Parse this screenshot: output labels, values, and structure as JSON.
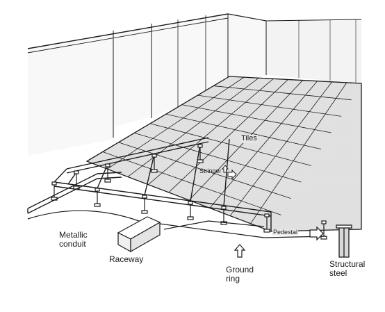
{
  "labels": {
    "tiles": "Tiles",
    "stringer": "Stringer",
    "pedestal": "Pedestal",
    "metallic_conduit": [
      "Metallic",
      "conduit"
    ],
    "raceway": "Raceway",
    "ground_ring": [
      "Ground",
      "ring"
    ],
    "structural_steel": [
      "Structural",
      "steel"
    ]
  },
  "colors": {
    "ink": "#1a1a1a",
    "tile_fill": "#e4e4e4",
    "wall_fill": "#f7f7f7"
  },
  "icons": [
    "up-arrow-icon",
    "right-arrow-icon"
  ]
}
